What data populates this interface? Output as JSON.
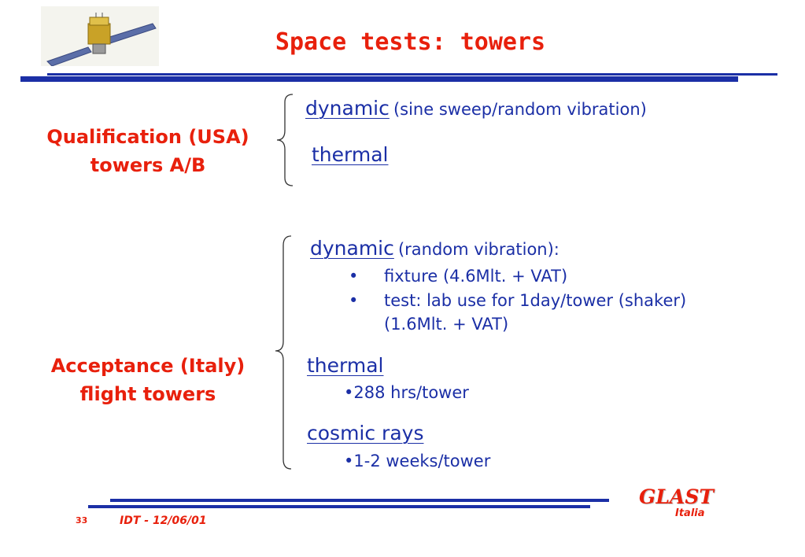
{
  "slide": {
    "title": "Space tests: towers",
    "qualification": {
      "label_line1": "Qualification (USA)",
      "label_line2": "towers A/B",
      "dynamic_link": "dynamic",
      "dynamic_note": "(sine sweep/random vibration)",
      "thermal_link": "thermal"
    },
    "acceptance": {
      "label_line1": "Acceptance (Italy)",
      "label_line2": "flight towers",
      "dynamic_link": "dynamic",
      "dynamic_note": "(random vibration):",
      "bullets": [
        "fixture  (4.6Mlt. + VAT)",
        "test: lab use for 1day/tower (shaker)",
        "(1.6Mlt. + VAT)"
      ],
      "bullet_glyph": "•",
      "thermal_link": "thermal",
      "thermal_detail": "•288 hrs/tower",
      "cosmic_link": "cosmic rays",
      "cosmic_detail": "•1-2 weeks/tower"
    },
    "footer": {
      "page_number": "33",
      "text": "IDT - 12/06/01",
      "logo_main": "GLAST",
      "logo_sub": "Italia"
    }
  },
  "colors": {
    "title_red": "#e8200c",
    "text_blue": "#1b2fa6"
  },
  "icons": [
    "satellite-icon",
    "brace-icon"
  ]
}
